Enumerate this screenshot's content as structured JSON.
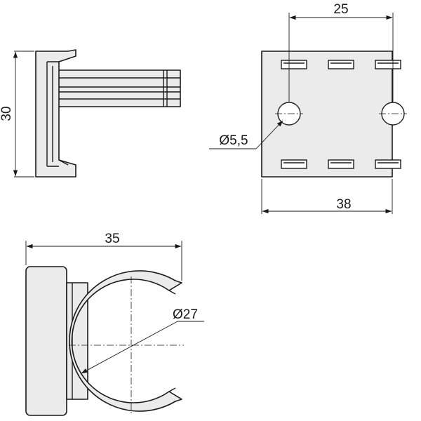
{
  "dimensions": {
    "height": "30",
    "hole_spacing": "25",
    "width": "38",
    "hole_diameter": "Ø5,5",
    "depth": "35",
    "clip_diameter": "Ø27"
  }
}
